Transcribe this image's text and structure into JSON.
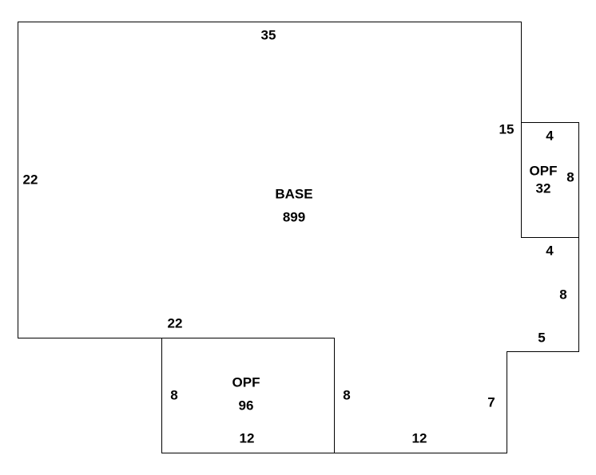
{
  "areas": {
    "base": {
      "name": "BASE",
      "size": "899"
    },
    "opf_right": {
      "name": "OPF",
      "size": "32"
    },
    "opf_bottom": {
      "name": "OPF",
      "size": "96"
    }
  },
  "dimensions": {
    "base_top": "35",
    "base_left": "22",
    "base_bottom_left": "22",
    "base_right_upper": "15",
    "opf_right_top": "4",
    "opf_right_side": "8",
    "opf_right_bottom": "4",
    "base_right_lower": "8",
    "step_horizontal": "5",
    "step_vertical": "7",
    "base_bottom_right": "12",
    "opf_bottom_left": "8",
    "opf_bottom_right": "8",
    "opf_bottom_bottom": "12"
  }
}
